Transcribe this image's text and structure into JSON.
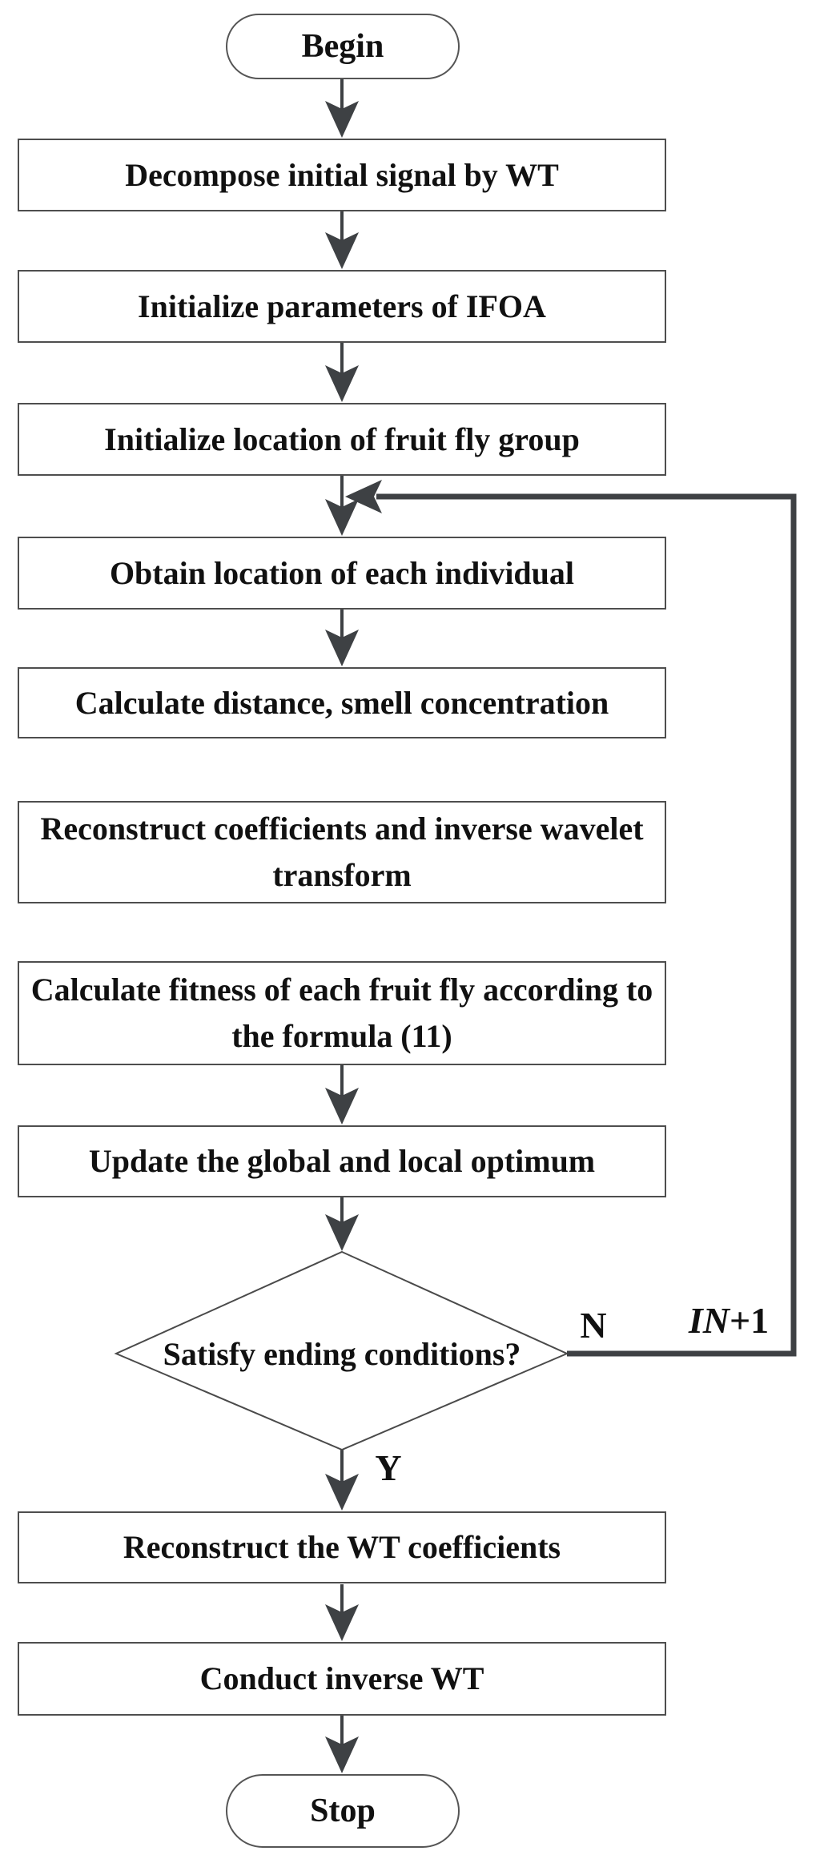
{
  "figure": {
    "type": "flowchart",
    "background": "#ffffff",
    "palette": {
      "ink": "#111111",
      "connector_line": "#3e4144",
      "node_border": "#4e4e4e",
      "node_fill": "#ffffff"
    },
    "nodes": {
      "begin": {
        "type": "terminator",
        "label": "Begin"
      },
      "decompose": {
        "type": "process",
        "label": "Decompose initial signal by WT"
      },
      "init_params": {
        "type": "process",
        "label": "Initialize parameters of IFOA"
      },
      "init_location": {
        "type": "process",
        "label": "Initialize location of fruit fly group"
      },
      "obtain_location": {
        "type": "process",
        "label": "Obtain location of each individual"
      },
      "calc_distance": {
        "type": "process",
        "label": "Calculate distance, smell concentration"
      },
      "reconstruct_coeff": {
        "type": "process",
        "label": "Reconstruct coefficients and inverse wavelet transform"
      },
      "calc_fitness": {
        "type": "process",
        "label": "Calculate fitness of each fruit fly according to the formula (11)"
      },
      "update_optimum": {
        "type": "process",
        "label": "Update the global and local optimum"
      },
      "decision": {
        "type": "decision",
        "label": "Satisfy ending conditions?"
      },
      "reconstruct_wt": {
        "type": "process",
        "label": "Reconstruct the WT coefficients"
      },
      "inverse_wt": {
        "type": "process",
        "label": "Conduct inverse WT"
      },
      "stop": {
        "type": "terminator",
        "label": "Stop"
      }
    },
    "edge_labels": {
      "no": "N",
      "yes": "Y",
      "loop_counter_italic": "IN",
      "loop_counter_suffix": "+1"
    }
  }
}
